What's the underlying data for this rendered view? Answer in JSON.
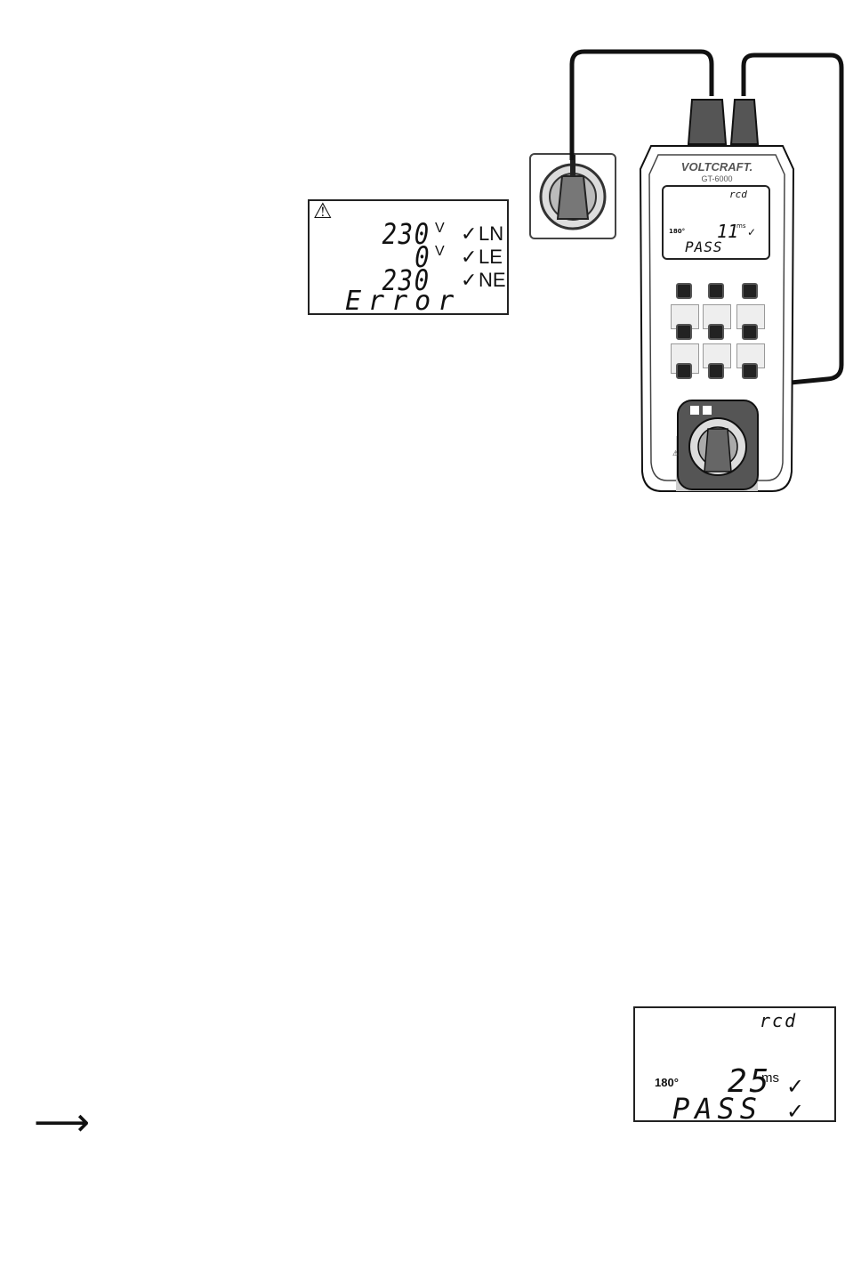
{
  "lcd_error": {
    "warning_symbol": "⚠",
    "rows": [
      {
        "value": "230",
        "unit": "V",
        "check": "✓",
        "label": "LN"
      },
      {
        "value": "0",
        "unit": "V",
        "check": "✓",
        "label": "LE"
      },
      {
        "value": "230",
        "unit": "",
        "check": "✓",
        "label": "NE"
      }
    ],
    "message": "Error"
  },
  "device": {
    "brand": "VOLTCRAFT.",
    "model": "GT-6000",
    "screen": {
      "mode": "rcd",
      "phase": "180°",
      "value": "11",
      "unit": "ms",
      "check": "✓",
      "result": "PASS"
    }
  },
  "lcd_pass": {
    "mode": "rcd",
    "phase": "180°",
    "value": "25",
    "unit": "ms",
    "check": "✓",
    "result": "PASS",
    "result_check": "✓"
  },
  "arrow": "⟶"
}
